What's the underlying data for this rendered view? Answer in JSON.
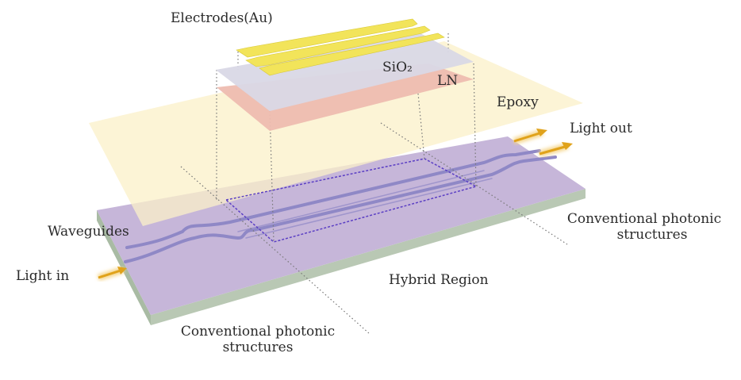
{
  "labels": {
    "electrodes": "Electrodes(Au)",
    "sio2": "SiO₂",
    "ln": "LN",
    "epoxy": "Epoxy",
    "light_out": "Light out",
    "waveguides": "Waveguides",
    "light_in": "Light in",
    "hybrid_region": "Hybrid Region",
    "conventional_right_1": "Conventional photonic",
    "conventional_right_2": "structures",
    "conventional_bottom_1": "Conventional photonic",
    "conventional_bottom_2": "structures"
  },
  "colors": {
    "electrode": "#f2e45a",
    "sio2": "#d9d8e6",
    "ln": "#eebcb0",
    "epoxy": "#fbf0c8",
    "chip_top": "#c6b6d9",
    "chip_side": "#b9c8b4",
    "waveguide": "#8f88c6",
    "hybrid_box": "#5b3fc4",
    "arrow": "#e0a21a"
  }
}
